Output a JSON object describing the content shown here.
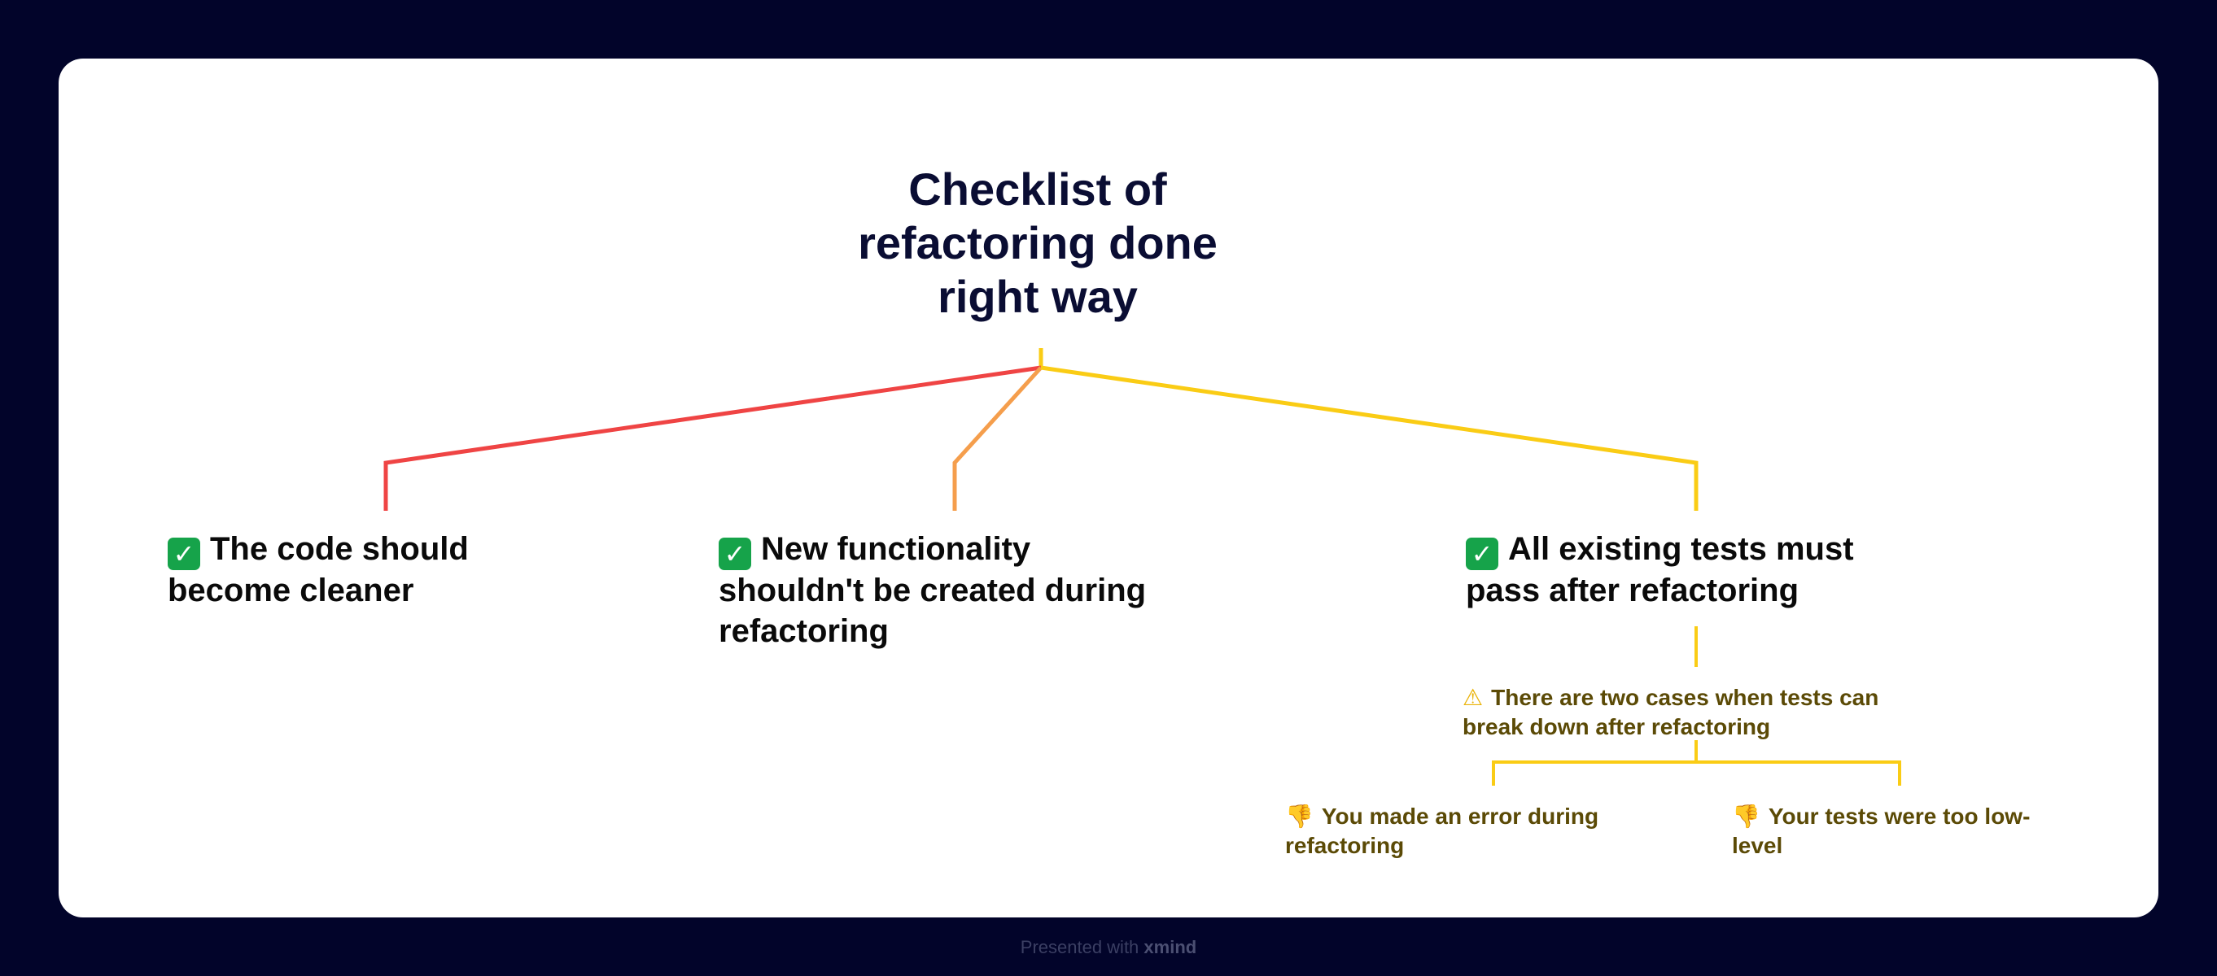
{
  "root": {
    "lines": [
      "Checklist of",
      "refactoring done",
      "right way"
    ]
  },
  "branches": [
    {
      "icon": "check-mark-icon",
      "lines": [
        "The code should",
        "become cleaner"
      ]
    },
    {
      "icon": "check-mark-icon",
      "lines": [
        "New functionality",
        "shouldn't be created during",
        "refactoring"
      ]
    },
    {
      "icon": "check-mark-icon",
      "lines": [
        "All existing tests must",
        "pass after refactoring"
      ]
    }
  ],
  "subtopic": {
    "icon": "warning-icon",
    "lines": [
      "There are two cases when tests can",
      "break down after refactoring"
    ]
  },
  "cases": [
    {
      "icon": "thumbs-down-icon",
      "lines": [
        "You made an error during",
        "refactoring"
      ]
    },
    {
      "icon": "thumbs-down-icon",
      "lines": [
        "Your tests were too low-",
        "level"
      ]
    }
  ],
  "footer": {
    "prefix": "Presented with",
    "brand": "xmind"
  },
  "colors": {
    "background": "#02042a",
    "card": "#ffffff",
    "branch_red": "#ef4444",
    "branch_orange": "#f59e4c",
    "branch_yellow": "#facc15",
    "subtopic_text": "#5b4a06"
  }
}
